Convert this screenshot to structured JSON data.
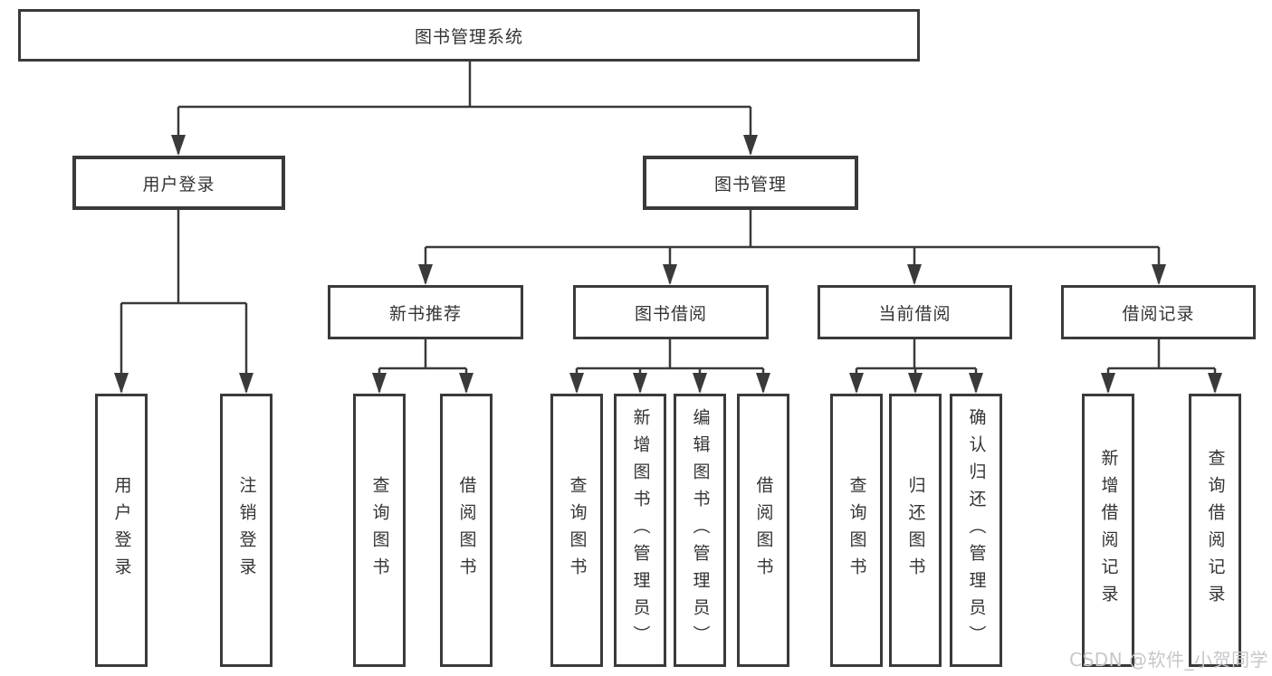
{
  "diagram": {
    "type": "functional-structure-tree",
    "colors": {
      "line": "#3a3a3a",
      "box_border": "#3a3a3a",
      "text": "#343434",
      "background": "#ffffff",
      "watermark": "#c5c7cc"
    }
  },
  "tree": {
    "root": {
      "label": "图书管理系统"
    },
    "children": [
      {
        "label": "用户登录",
        "children": [
          {
            "label": "用户登录"
          },
          {
            "label": "注销登录"
          }
        ]
      },
      {
        "label": "图书管理",
        "children": [
          {
            "label": "新书推荐",
            "children": [
              {
                "label": "查询图书"
              },
              {
                "label": "借阅图书"
              }
            ]
          },
          {
            "label": "图书借阅",
            "children": [
              {
                "label": "查询图书"
              },
              {
                "label": "新增图书（管理员）"
              },
              {
                "label": "编辑图书（管理员）"
              },
              {
                "label": "借阅图书"
              }
            ]
          },
          {
            "label": "当前借阅",
            "children": [
              {
                "label": "查询图书"
              },
              {
                "label": "归还图书"
              },
              {
                "label": "确认归还（管理员）"
              }
            ]
          },
          {
            "label": "借阅记录",
            "children": [
              {
                "label": "新增借阅记录"
              },
              {
                "label": "查询借阅记录"
              }
            ]
          }
        ]
      }
    ]
  },
  "watermark": {
    "text": "CSDN @软件_小贺同学"
  }
}
